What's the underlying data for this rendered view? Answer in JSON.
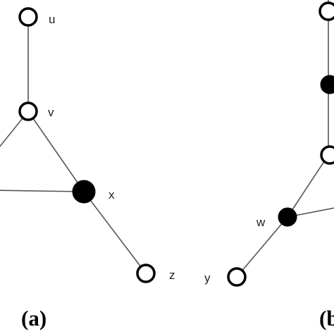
{
  "diagram": {
    "node_labels": {
      "u": "u",
      "v": "v",
      "x": "x",
      "z": "z",
      "w": "w",
      "y": "y"
    },
    "panels": {
      "a": "(a)",
      "b": "(b"
    },
    "colors": {
      "open_node_fill": "#ffffff",
      "filled_node": "#000000",
      "edge": "#555555"
    }
  }
}
